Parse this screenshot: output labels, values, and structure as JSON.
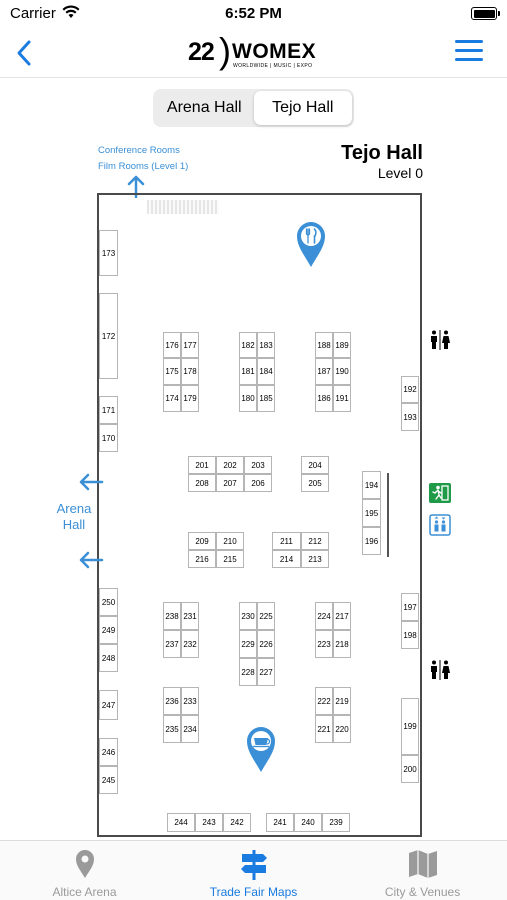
{
  "status_bar": {
    "carrier": "Carrier",
    "time": "6:52 PM"
  },
  "header": {
    "logo_number": "22",
    "logo_brand": "WOMEX",
    "logo_tagline": "WORLDWIDE | MUSIC | EXPO"
  },
  "segments": [
    {
      "label": "Arena Hall",
      "selected": false
    },
    {
      "label": "Tejo Hall",
      "selected": true
    }
  ],
  "map": {
    "title": "Tejo Hall",
    "level": "Level 0",
    "conference_rooms": "Conference Rooms",
    "film_rooms": "Film Rooms (Level 1)",
    "arena_hall_line1": "Arena",
    "arena_hall_line2": "Hall",
    "booths": [
      "173",
      "172",
      "171",
      "170",
      "176",
      "177",
      "175",
      "178",
      "174",
      "179",
      "182",
      "183",
      "181",
      "184",
      "180",
      "185",
      "188",
      "189",
      "187",
      "190",
      "186",
      "191",
      "192",
      "193",
      "201",
      "202",
      "203",
      "208",
      "207",
      "206",
      "204",
      "205",
      "194",
      "195",
      "196",
      "209",
      "210",
      "216",
      "215",
      "211",
      "212",
      "214",
      "213",
      "250",
      "249",
      "248",
      "247",
      "246",
      "245",
      "238",
      "231",
      "237",
      "232",
      "230",
      "225",
      "229",
      "226",
      "228",
      "227",
      "224",
      "217",
      "223",
      "218",
      "197",
      "198",
      "236",
      "233",
      "235",
      "234",
      "222",
      "219",
      "221",
      "220",
      "199",
      "200",
      "244",
      "243",
      "242",
      "241",
      "240",
      "239"
    ],
    "icons": [
      "restaurant-pin-icon",
      "cafe-pin-icon",
      "restroom-icon",
      "emergency-exit-icon",
      "elevator-icon"
    ]
  },
  "tabs": [
    {
      "label": "Altice Arena",
      "icon": "location-pin-icon",
      "active": false
    },
    {
      "label": "Trade Fair Maps",
      "icon": "signpost-icon",
      "active": true
    },
    {
      "label": "City & Venues",
      "icon": "map-icon",
      "active": false
    }
  ],
  "colors": {
    "accent": "#1a7be0",
    "map_label": "#3a8fd6",
    "inactive": "#9a9a9a"
  }
}
